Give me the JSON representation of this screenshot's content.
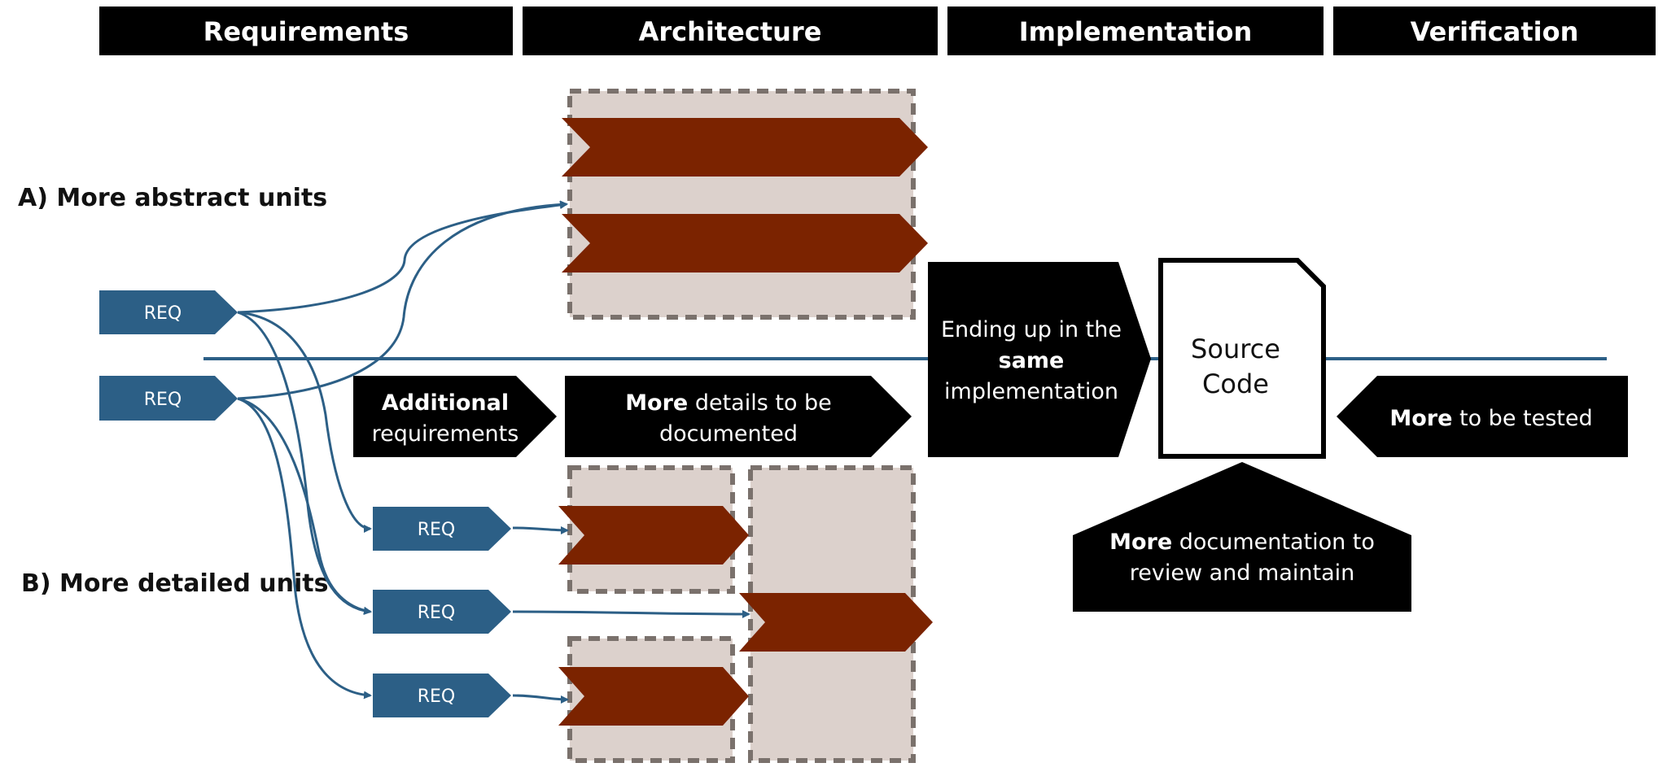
{
  "headers": {
    "requirements": "Requirements",
    "architecture": "Architecture",
    "implementation": "Implementation",
    "verification": "Verification"
  },
  "sections": {
    "a": "A) More abstract units",
    "b": "B) More detailed units"
  },
  "req_label": "REQ",
  "callouts": {
    "additional_bold": "Additional",
    "additional_rest": "requirements",
    "details_bold": "More",
    "details_rest_1": " details to be",
    "details_rest_2": "documented",
    "ending_1": "Ending up in the",
    "ending_bold": "same",
    "ending_3": "implementation",
    "tested_bold": "More",
    "tested_rest": " to be tested",
    "doc_bold": "More",
    "doc_rest_1": " documentation to",
    "doc_rest_2": "review and maintain"
  },
  "source_code": {
    "line1": "Source",
    "line2": "Code"
  },
  "colors": {
    "header_bg": "#000000",
    "req_blue": "#2c5f86",
    "component_red": "#7b2300",
    "container_bg": "#dcd1cc",
    "container_border": "#7a716c",
    "divider_line": "#2c5f86"
  }
}
